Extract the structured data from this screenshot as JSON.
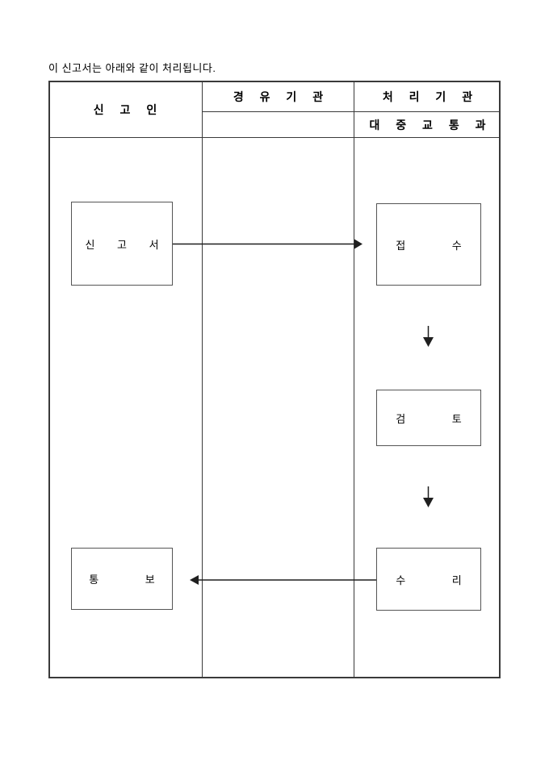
{
  "document": {
    "intro_text": "이 신고서는 아래와 같이 처리됩니다.",
    "table": {
      "reporter_header": "신 고 인",
      "via_agency_header": "경 유 기 관",
      "via_agency_subheader": "",
      "processing_agency_header": "처 리 기 관",
      "processing_agency_subheader": "대 중 교 통 과"
    },
    "flow": {
      "report_label": "신 고 서",
      "receipt_label": "접 수",
      "review_label": "검 토",
      "acceptance_label": "수 리",
      "notification_label": "통 보"
    },
    "colors": {
      "background": "#ffffff",
      "text": "#000000",
      "table_line": "#3a3a3a",
      "box_border": "#555555",
      "arrow": "#1f1f1f"
    }
  }
}
